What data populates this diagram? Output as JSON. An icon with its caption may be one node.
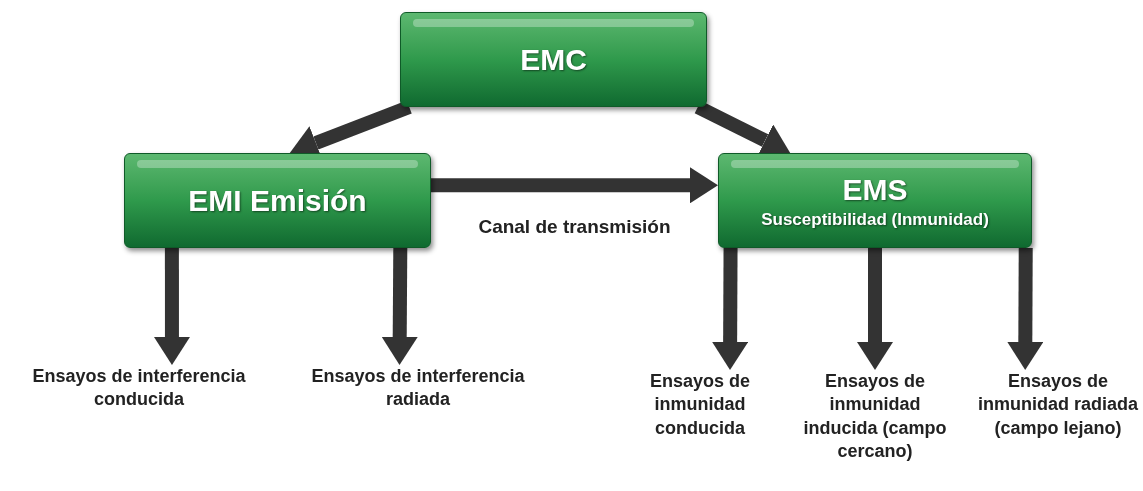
{
  "diagram": {
    "nodes": [
      {
        "text": [
          "EMC"
        ]
      },
      {
        "text": [
          "EMI Emisión"
        ]
      },
      {
        "text": [
          "EMS",
          "Susceptibilidad (Inmunidad)"
        ]
      },
      {
        "text": [
          "Ensayos de interferencia conducida"
        ]
      },
      {
        "text": [
          "Ensayos de interferencia radiada"
        ]
      },
      {
        "text": [
          "Ensayos de inmunidad conducida"
        ]
      },
      {
        "text": [
          "Ensayos de inmunidad inducida (campo cercano)"
        ]
      },
      {
        "text": [
          "Ensayos de inmunidad radiada (campo lejano)"
        ]
      }
    ],
    "edges": [
      {
        "from": 0,
        "to": 1,
        "arrow": "to"
      },
      {
        "from": 0,
        "to": 2,
        "arrow": "to"
      },
      {
        "from": 1,
        "to": 2,
        "arrow": "to",
        "label": "Canal de transmisión"
      },
      {
        "from": 1,
        "to": 3,
        "arrow": "to"
      },
      {
        "from": 1,
        "to": 4,
        "arrow": "to"
      },
      {
        "from": 2,
        "to": 5,
        "arrow": "to"
      },
      {
        "from": 2,
        "to": 6,
        "arrow": "to"
      },
      {
        "from": 2,
        "to": 7,
        "arrow": "to"
      }
    ]
  }
}
